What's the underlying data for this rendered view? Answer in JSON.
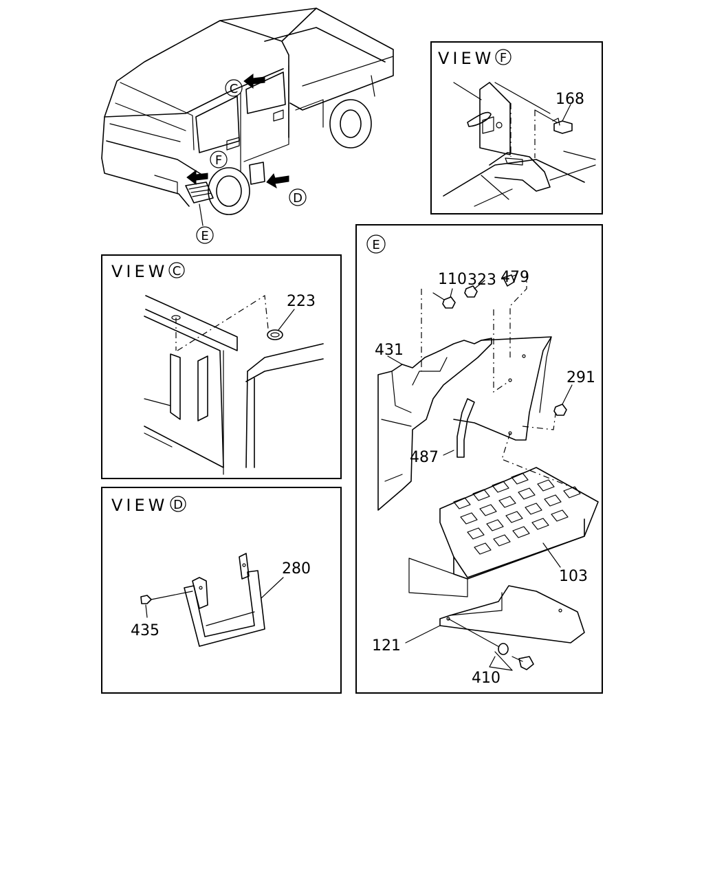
{
  "overview": {
    "callouts": [
      "C",
      "F",
      "D",
      "E"
    ]
  },
  "view_f": {
    "title": "VIEW",
    "letter": "F",
    "parts": [
      "168"
    ]
  },
  "view_c": {
    "title": "VIEW",
    "letter": "C",
    "parts": [
      "223"
    ]
  },
  "view_d": {
    "title": "VIEW",
    "letter": "D",
    "parts": [
      "280",
      "435"
    ]
  },
  "view_e": {
    "letter": "E",
    "parts": [
      "323",
      "479",
      "110",
      "431",
      "291",
      "487",
      "103",
      "121",
      "410"
    ]
  }
}
